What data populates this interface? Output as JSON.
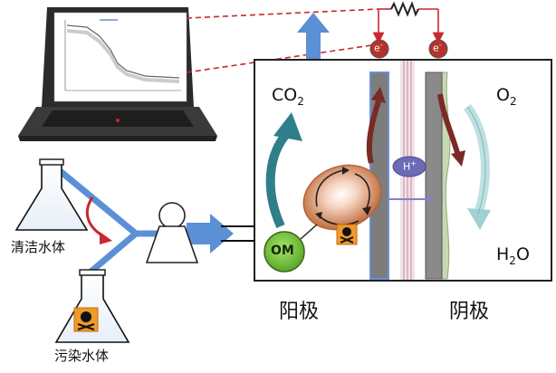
{
  "labels": {
    "clean_water": "清洁水体",
    "polluted_water": "污染水体",
    "anode": "阳极",
    "cathode": "阴极",
    "co2_main": "CO",
    "co2_sub": "2",
    "o2_main": "O",
    "o2_sub": "2",
    "h2o_h": "H",
    "h2o_sub": "2",
    "h2o_o": "O",
    "om": "OM",
    "electron_left": "e",
    "electron_right": "e",
    "electron_sup": "-",
    "proton": "H",
    "proton_sup": "+"
  },
  "icons": {
    "laptop": "laptop-icon",
    "flask": "erlenmeyer-flask-icon",
    "skull": "skull-crossbones-icon",
    "pump": "pump-icon",
    "resistor": "resistor-icon"
  },
  "colors": {
    "pipe_blue": "#5b8fd6",
    "om_green": "#7fca3c",
    "cell_orange": "#c97a4a",
    "co2_arrow": "#2f7f8a",
    "wire_red": "#c8282e",
    "electron_badge": "#b5322c",
    "proton_badge": "#6b6bb8",
    "anode_dark": "#6a6a6a",
    "membrane": "#e0cdd5",
    "hazard_orange": "#f09a2a"
  }
}
